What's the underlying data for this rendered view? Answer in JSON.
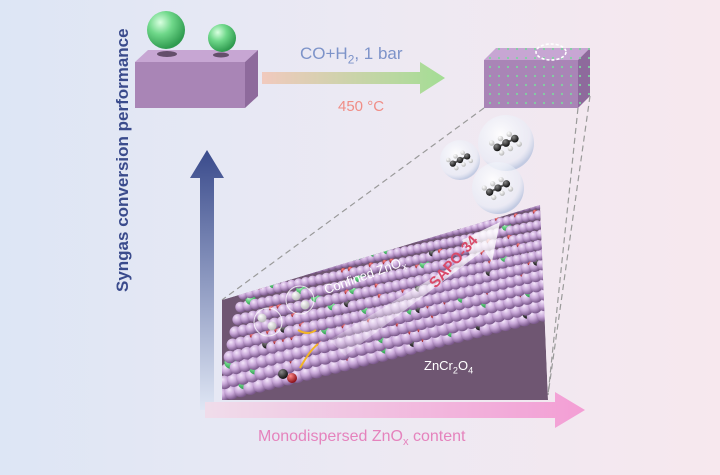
{
  "conditions": {
    "gas_prefix": "CO+H",
    "gas_sub": "2",
    "gas_suffix": ", 1 bar",
    "temperature": "450 °C"
  },
  "axes": {
    "y_label": "Syngas conversion performance",
    "x_label_prefix": "Monodispersed ZnO",
    "x_label_sub": "x",
    "x_label_suffix": " content"
  },
  "surface_labels": {
    "confined_prefix": "Confined ZnO",
    "confined_sub": "x",
    "sapo": "SAPO-34",
    "zncr_a": "ZnCr",
    "zncr_sub2": "2",
    "zncr_b": "O",
    "zncr_sub4": "4"
  },
  "colors": {
    "zn_green": "#6fd88a",
    "block_purple": "#a985b6",
    "axis_blue": "#3a4b8c",
    "axis_pink": "#f39ad3",
    "oxygen_red": "#c0202a",
    "lattice_purple": "#c8a7d8"
  }
}
